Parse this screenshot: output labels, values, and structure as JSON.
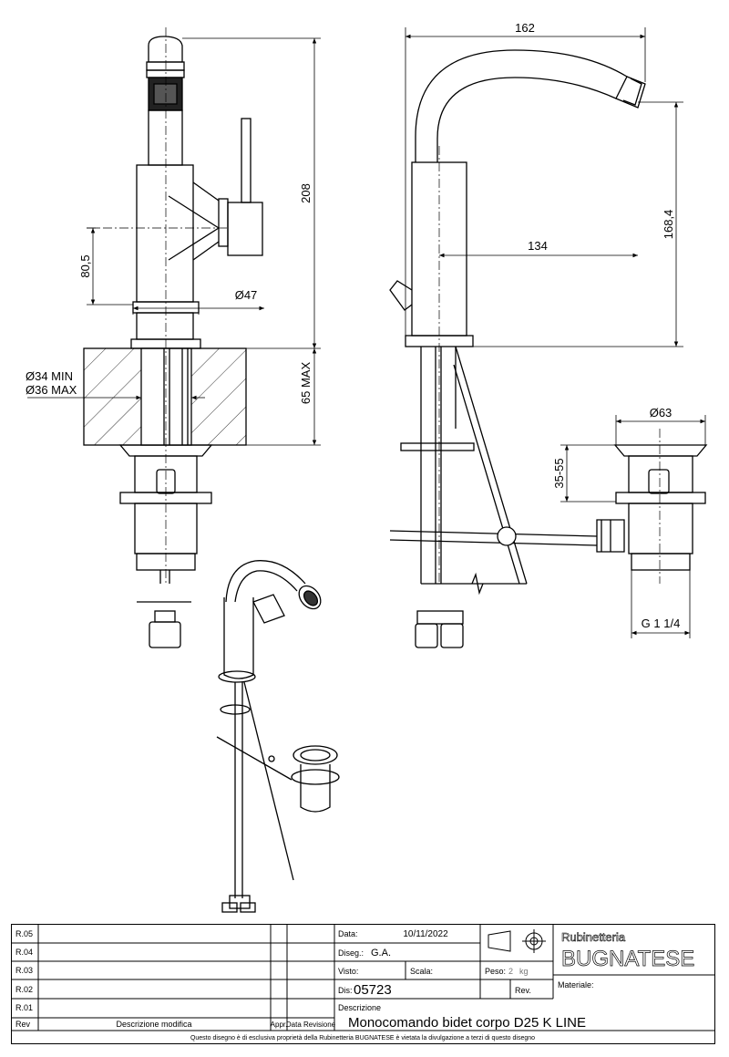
{
  "dimensions": {
    "d208": "208",
    "d80_5": "80,5",
    "d47": "Ø47",
    "d34min": "Ø34 MIN",
    "d36max": "Ø36 MAX",
    "d65max": "65 MAX",
    "d162": "162",
    "d168_4": "168,4",
    "d134": "134",
    "d63": "Ø63",
    "d35_55": "35-55",
    "g114": "G 1 1/4"
  },
  "title_block": {
    "revisions": [
      "R.05",
      "R.04",
      "R.03",
      "R.02",
      "R.01"
    ],
    "rev_label": "Rev",
    "descrizione_modifica_label": "Descrizione modifica",
    "appr_label": "Appr.",
    "data_revisione_label": "Data Revisione",
    "data_label": "Data:",
    "data_value": "10/11/2022",
    "diseg_label": "Diseg.:",
    "diseg_value": "G.A.",
    "visto_label": "Visto:",
    "scala_label": "Scala:",
    "peso_label": "Peso:",
    "peso_value": "2",
    "peso_unit": "kg",
    "dis_label": "Dis:",
    "dis_value": "05723",
    "rev_short_label": "Rev.",
    "descrizione_label": "Descrizione",
    "descrizione_value": "Monocomando bidet corpo D25 K LINE",
    "company_line1": "Rubinetteria",
    "company_line2": "BUGNATESE",
    "materiale_label": "Materiale:",
    "footer_note": "Questo disegno è di esclusiva proprietà della Rubinetteria BUGNATESE è vietata la divulgazione a terzi di questo disegno"
  }
}
